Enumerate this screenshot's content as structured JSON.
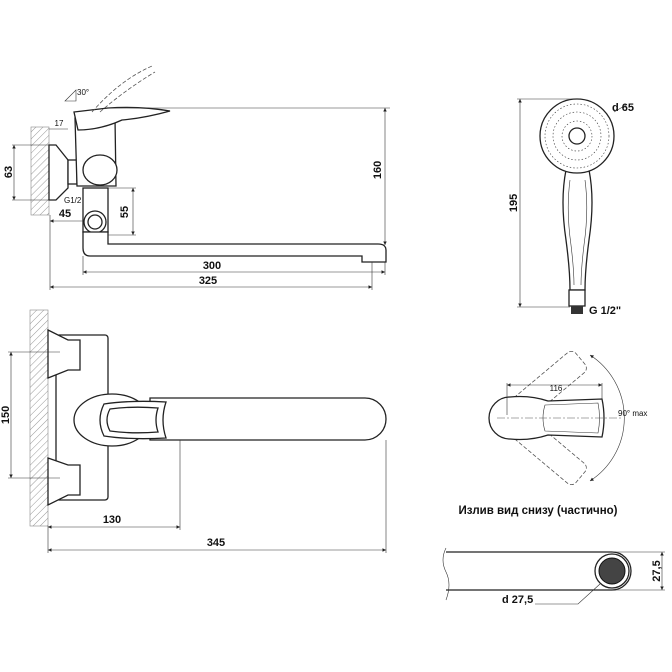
{
  "side_view": {
    "dim_height": "160",
    "dim_flange_height": "63",
    "dim_flange_depth": "17",
    "dim_lever_angle": "30°",
    "dim_pipe_height": "55",
    "dim_wall_offset": "45",
    "thread_label": "G1/2",
    "dim_spout_300": "300",
    "dim_total_325": "325"
  },
  "front_view": {
    "dim_centers": "150",
    "dim_lever_offset": "130",
    "dim_total": "345"
  },
  "shower_head": {
    "dim_diameter": "d 65",
    "dim_length": "195",
    "thread_label": "G 1/2\""
  },
  "top_view": {
    "dim_lever_length": "116",
    "rotation_label": "90° max"
  },
  "spout_bottom": {
    "caption": "Излив вид снизу (частично)",
    "dim_height": "27,5",
    "dim_diameter": "d 27,5"
  }
}
